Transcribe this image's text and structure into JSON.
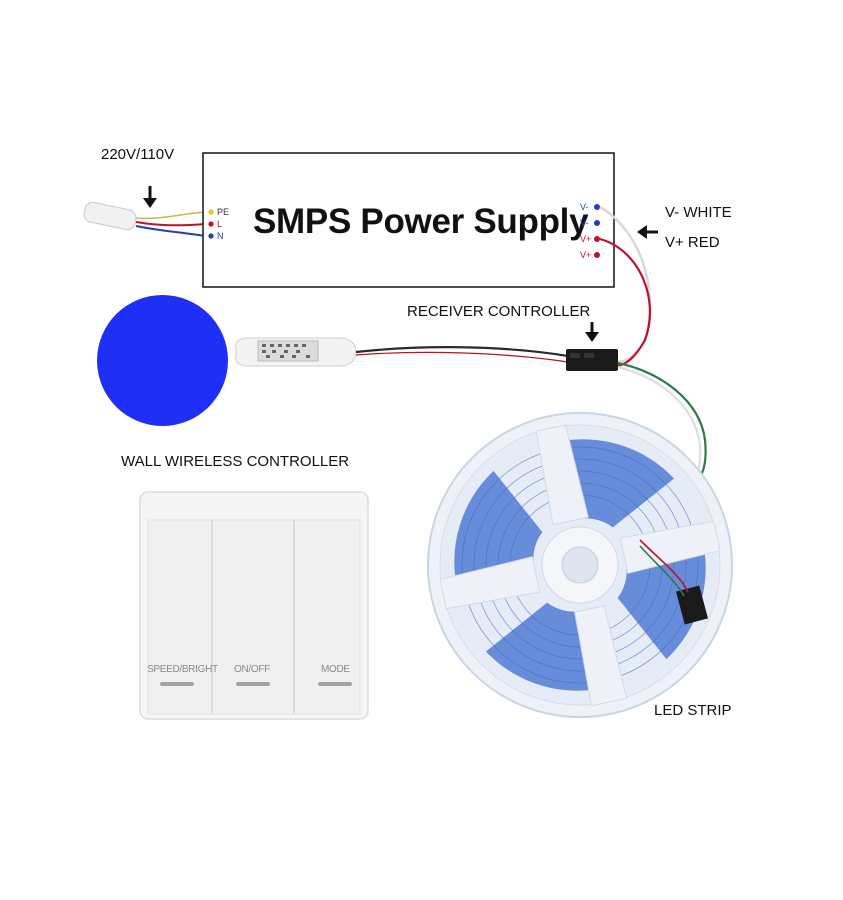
{
  "input_voltage_label": "220V/110V",
  "power_supply": {
    "title": "SMPS Power Supply",
    "input_terminals": [
      "PE",
      "L",
      "N"
    ],
    "output_terminals": [
      "V-",
      "V-",
      "V+",
      "V+"
    ]
  },
  "output_labels": {
    "v_minus": "V- WHITE",
    "v_plus": "V+ RED"
  },
  "receiver_controller_label": "RECEIVER CONTROLLER",
  "wall_controller_label": "WALL WIRELESS CONTROLLER",
  "wall_buttons": [
    "SPEED/BRIGHT",
    "ON/OFF",
    "MODE"
  ],
  "led_strip_label": "LED STRIP",
  "colors": {
    "blue_indicator": "#1f2ff5",
    "wire_red": "#c0102a",
    "wire_blue": "#1e3fbf",
    "wire_green": "#2f7a4a",
    "strip_blue": "#5d86d8",
    "reel_white": "#eef2f8"
  }
}
